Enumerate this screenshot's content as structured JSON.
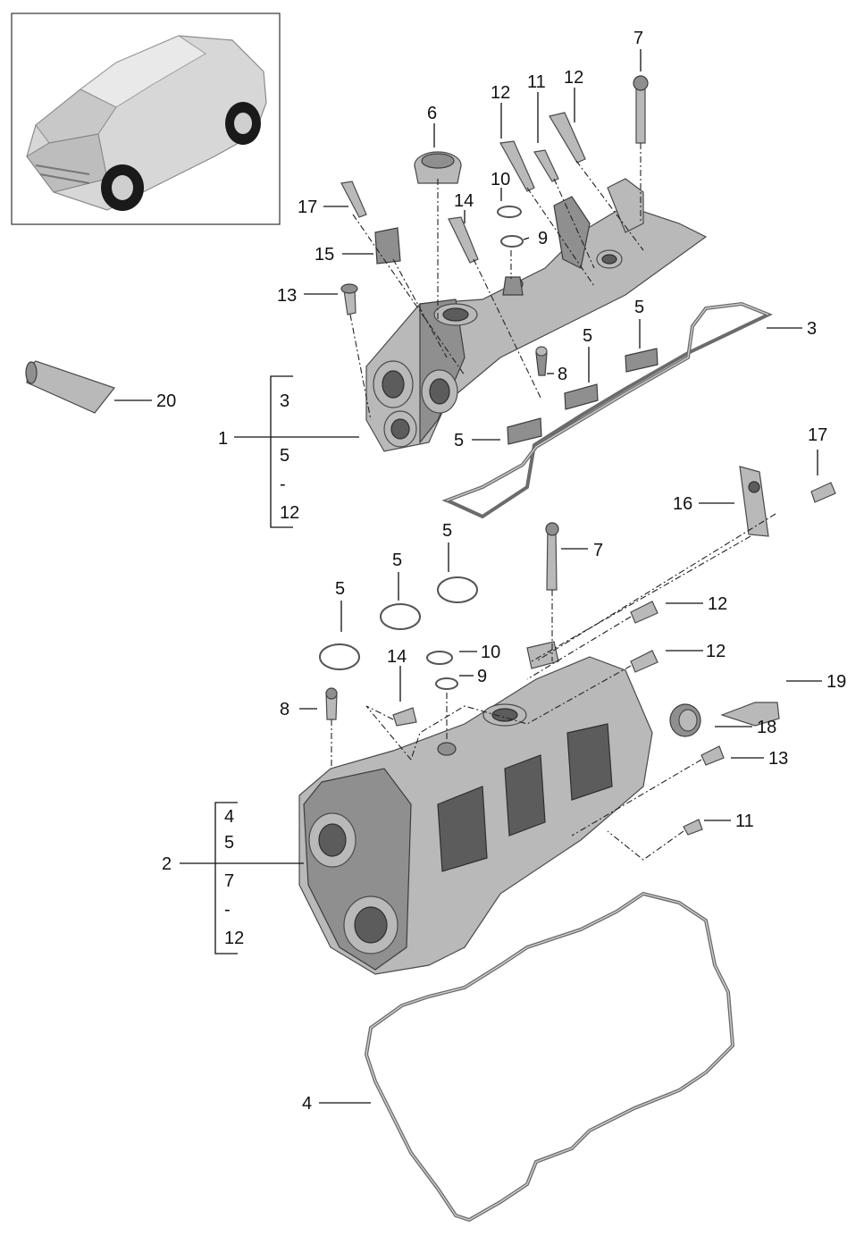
{
  "colors": {
    "part": "#b9b9b9",
    "line": "#111111",
    "background": "#ffffff"
  },
  "thumbnail": {
    "icon": "suv-car-icon"
  },
  "callouts": {
    "c1": "1",
    "c2": "2",
    "c3": "3",
    "c4": "4",
    "c5a": "5",
    "c5b": "5",
    "c5c": "5",
    "c5d": "5",
    "c5e": "5",
    "c5f": "5",
    "c6": "6",
    "c7a": "7",
    "c7b": "7",
    "c8a": "8",
    "c8b": "8",
    "c9a": "9",
    "c9b": "9",
    "c10a": "10",
    "c10b": "10",
    "c11a": "11",
    "c11b": "11",
    "c12a": "12",
    "c12b": "12",
    "c12c": "12",
    "c12d": "12",
    "c13a": "13",
    "c13b": "13",
    "c14a": "14",
    "c14b": "14",
    "c15": "15",
    "c16": "16",
    "c17a": "17",
    "c17b": "17",
    "c18": "18",
    "c19": "19",
    "c20": "20"
  },
  "brackets": {
    "b1": [
      "3",
      "5",
      "-",
      "12"
    ],
    "b2": [
      "4",
      "5",
      "7",
      "-",
      "12"
    ]
  }
}
